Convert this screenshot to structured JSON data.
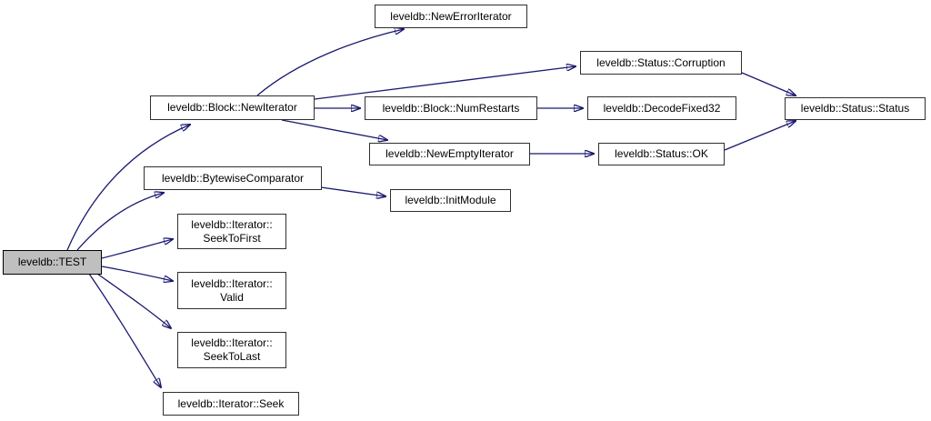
{
  "diagram": {
    "type": "call-graph",
    "root_function": "leveldb::TEST",
    "colors": {
      "background": "#ffffff",
      "edge": "#191970",
      "node_border": "#2f2f2f",
      "node_fill": "#ffffff",
      "highlight_fill": "#bfbfbf"
    },
    "nodes": {
      "test": {
        "label": "leveldb::TEST",
        "highlighted": true
      },
      "new_iterator": {
        "label": "leveldb::Block::NewIterator",
        "highlighted": false
      },
      "new_error_iterator": {
        "label": "leveldb::NewErrorIterator",
        "highlighted": false
      },
      "corruption": {
        "label": "leveldb::Status::Corruption",
        "highlighted": false
      },
      "num_restarts": {
        "label": "leveldb::Block::NumRestarts",
        "highlighted": false
      },
      "decode_fixed32": {
        "label": "leveldb::DecodeFixed32",
        "highlighted": false
      },
      "new_empty_iterator": {
        "label": "leveldb::NewEmptyIterator",
        "highlighted": false
      },
      "status_ok": {
        "label": "leveldb::Status::OK",
        "highlighted": false
      },
      "status_status": {
        "label": "leveldb::Status::Status",
        "highlighted": false
      },
      "bytewise_comparator": {
        "label": "leveldb::BytewiseComparator",
        "highlighted": false
      },
      "init_module": {
        "label": "leveldb::InitModule",
        "highlighted": false
      },
      "seek_to_first": {
        "label": "leveldb::Iterator::\nSeekToFirst",
        "highlighted": false
      },
      "valid": {
        "label": "leveldb::Iterator::\nValid",
        "highlighted": false
      },
      "seek_to_last": {
        "label": "leveldb::Iterator::\nSeekToLast",
        "highlighted": false
      },
      "seek": {
        "label": "leveldb::Iterator::Seek",
        "highlighted": false
      }
    },
    "edges": [
      {
        "from": "test",
        "to": "new_iterator"
      },
      {
        "from": "test",
        "to": "bytewise_comparator"
      },
      {
        "from": "test",
        "to": "seek_to_first"
      },
      {
        "from": "test",
        "to": "valid"
      },
      {
        "from": "test",
        "to": "seek_to_last"
      },
      {
        "from": "test",
        "to": "seek"
      },
      {
        "from": "new_iterator",
        "to": "new_error_iterator"
      },
      {
        "from": "new_iterator",
        "to": "corruption"
      },
      {
        "from": "new_iterator",
        "to": "num_restarts"
      },
      {
        "from": "new_iterator",
        "to": "new_empty_iterator"
      },
      {
        "from": "num_restarts",
        "to": "decode_fixed32"
      },
      {
        "from": "new_empty_iterator",
        "to": "status_ok"
      },
      {
        "from": "corruption",
        "to": "status_status"
      },
      {
        "from": "status_ok",
        "to": "status_status"
      },
      {
        "from": "bytewise_comparator",
        "to": "init_module"
      }
    ]
  }
}
